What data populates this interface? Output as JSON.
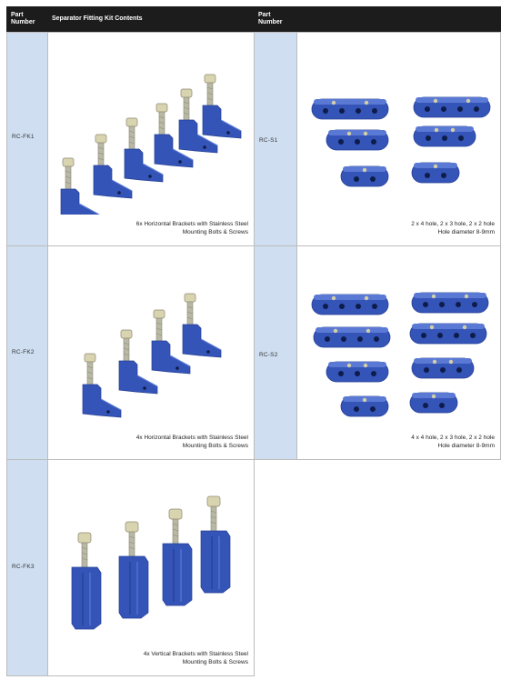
{
  "header": {
    "col1": [
      "Part",
      "Number"
    ],
    "col2": "Separator Fitting Kit Contents",
    "col3": [
      "Part",
      "Number"
    ],
    "col4": ""
  },
  "rows": [
    {
      "left": {
        "part": "RC-FK1",
        "caption": [
          "6x Horizontal Brackets with Stainless Steel",
          "Mounting Bolts & Screws"
        ]
      },
      "right": {
        "part": "RC-S1",
        "caption": [
          "2 x 4 hole, 2 x 3 hole, 2 x 2 hole",
          "Hole diameter 8-9mm"
        ]
      }
    },
    {
      "left": {
        "part": "RC-FK2",
        "caption": [
          "4x Horizontal Brackets with Stainless Steel",
          "Mounting Bolts & Screws"
        ]
      },
      "right": {
        "part": "RC-S2",
        "caption": [
          "4 x 4 hole, 2 x 3 hole, 2 x 2 hole",
          "Hole diameter 8-9mm"
        ]
      }
    },
    {
      "left": {
        "part": "RC-FK3",
        "caption": [
          "4x Vertical Brackets with Stainless Steel",
          "Mounting Bolts & Screws"
        ]
      }
    }
  ],
  "colors": {
    "part_blue": "#3554b8",
    "header_bg": "#1c1c1c",
    "part_cell_bg": "#cfdff1"
  }
}
